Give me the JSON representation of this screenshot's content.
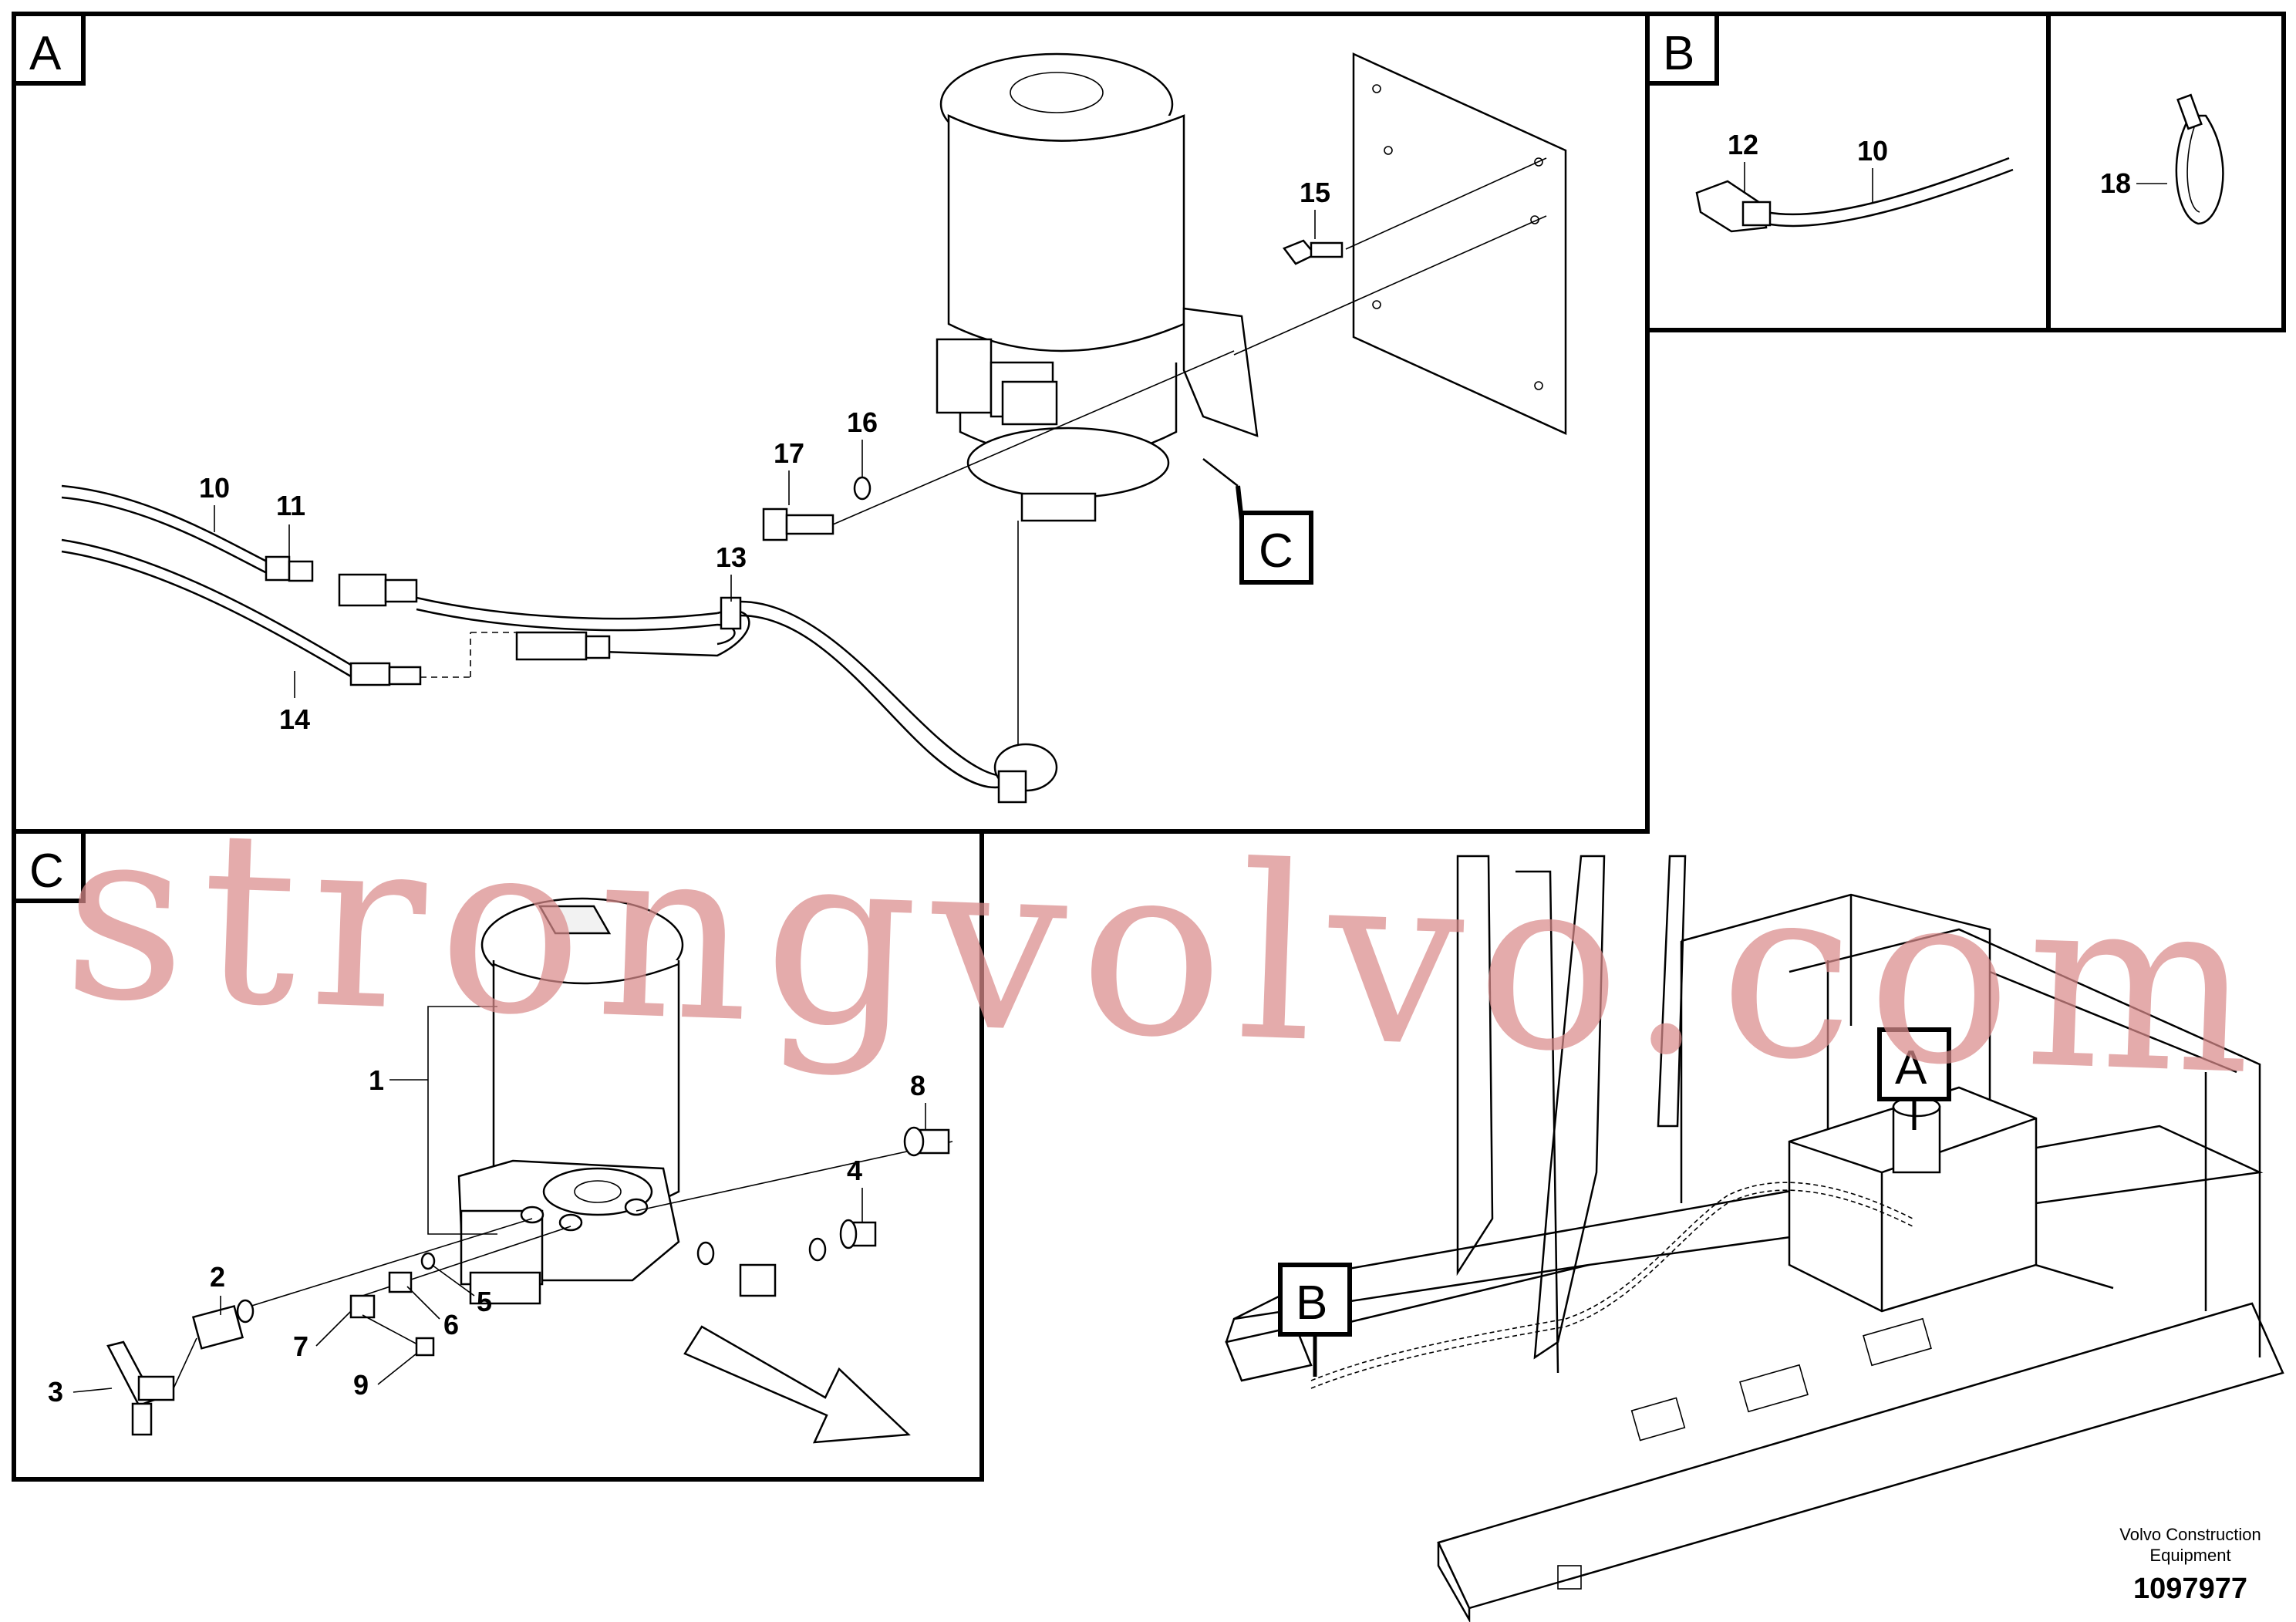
{
  "panels": {
    "A": {
      "letter": "A"
    },
    "B": {
      "letter": "B"
    },
    "C": {
      "letter": "C"
    }
  },
  "callouts": {
    "c1": "1",
    "c2": "2",
    "c3": "3",
    "c4": "4",
    "c5": "5",
    "c6": "6",
    "c7": "7",
    "c8": "8",
    "c9": "9",
    "c10": "10",
    "c11": "11",
    "c12": "12",
    "c13": "13",
    "c14": "14",
    "c15": "15",
    "c16": "16",
    "c17": "17",
    "c18": "18"
  },
  "b_panel": {
    "label_12": "12",
    "label_10": "10"
  },
  "overview_markers": {
    "A": "A",
    "B": "B"
  },
  "detail_ref": "C",
  "footer": {
    "company_line1": "Volvo Construction",
    "company_line2": "Equipment",
    "drawing_number": "1097977"
  },
  "watermark": "strongvolvo.com"
}
